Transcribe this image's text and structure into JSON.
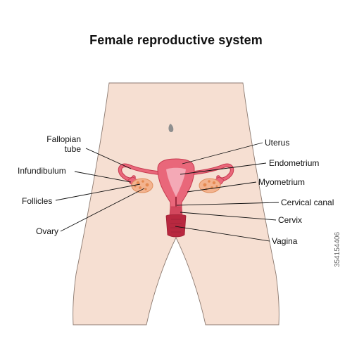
{
  "title": "Female reproductive system",
  "labels": {
    "fallopian_tube_line1": "Fallopian",
    "fallopian_tube_line2": "tube",
    "infundibulum": "Infundibulum",
    "follicles": "Follicles",
    "ovary": "Ovary",
    "uterus": "Uterus",
    "endometrium": "Endometrium",
    "myometrium": "Myometrium",
    "cervical_canal": "Cervical canal",
    "cervix": "Cervix",
    "vagina": "Vagina"
  },
  "stock_id": "354154406",
  "colors": {
    "skin": "#f6dfd2",
    "outline": "#8c7a70",
    "organ": "#e9677a",
    "organ_dark": "#b8283f",
    "endometrium": "#f4a9b6",
    "ovary": "#f3b38f",
    "follicle": "#e58a52",
    "navel": "#8f8f8f"
  }
}
